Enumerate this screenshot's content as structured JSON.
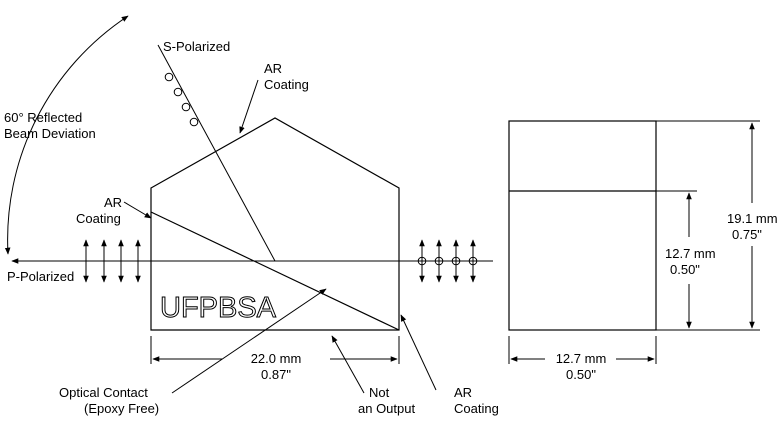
{
  "diagram": {
    "labels": {
      "s_polarized": "S-Polarized",
      "ar_top_1": "AR",
      "ar_top_2": "Coating",
      "deviation_1": "60° Reflected",
      "deviation_2": "Beam Deviation",
      "ar_left_1": "AR",
      "ar_left_2": "Coating",
      "p_polarized": "P-Polarized",
      "part_number": "UFPBSA",
      "width_mm": "22.0 mm",
      "width_in": "0.87\"",
      "contact_1": "Optical Contact",
      "contact_2": "(Epoxy Free)",
      "not_output_1": "Not",
      "not_output_2": "an Output",
      "ar_bottom_1": "AR",
      "ar_bottom_2": "Coating"
    },
    "side_view": {
      "height_total_mm": "19.1 mm",
      "height_total_in": "0.75\"",
      "height_cube_mm": "12.7 mm",
      "height_cube_in": "0.50\"",
      "width_mm": "12.7 mm",
      "width_in": "0.50\""
    }
  }
}
